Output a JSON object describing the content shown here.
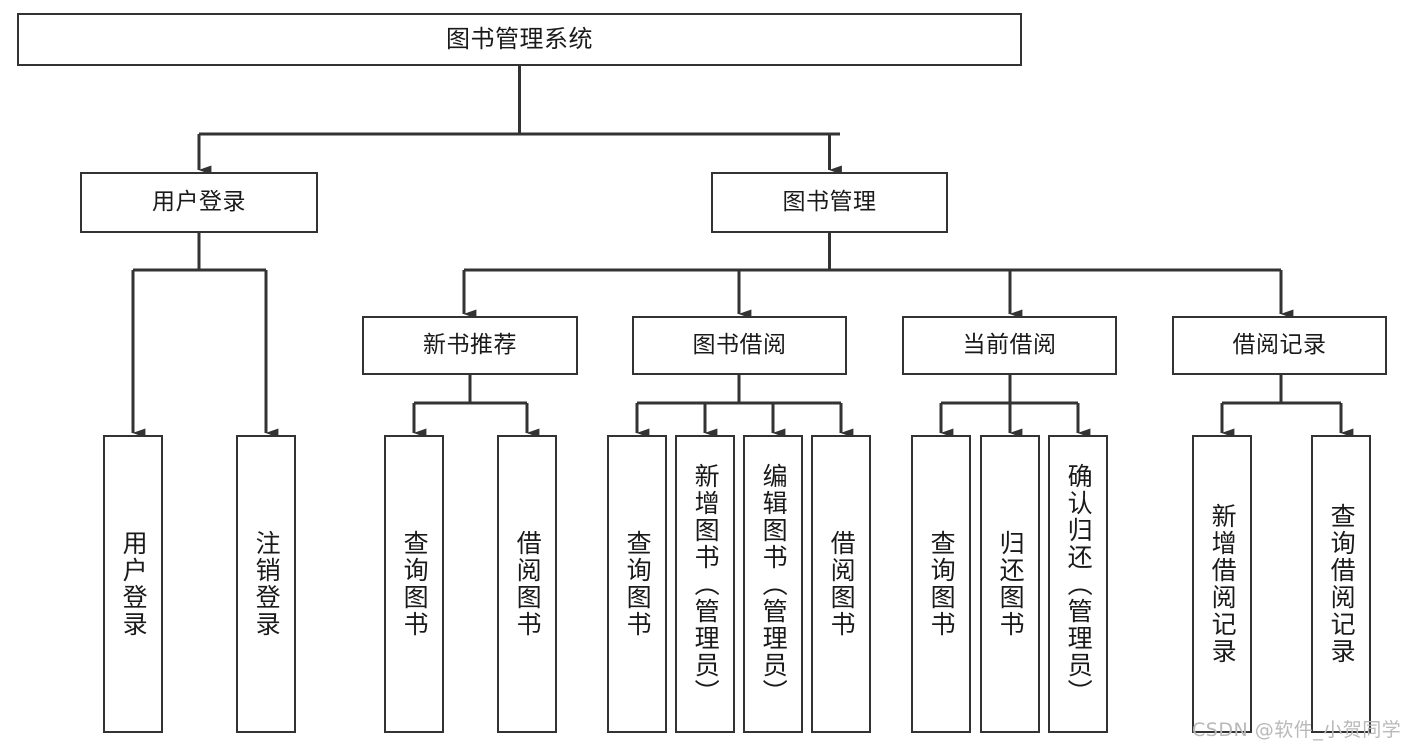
{
  "diagram": {
    "title": "图书管理系统",
    "type": "tree-hierarchy",
    "line_color": "#333333",
    "box_fill": "#ffffff",
    "text_color": "#1a1a1a",
    "watermark": "CSDN @软件_小贺同学",
    "watermark_color": "#b9b9b9"
  },
  "nodes": {
    "root": {
      "label": "图书管理系统"
    },
    "level2": [
      {
        "label": "用户登录"
      },
      {
        "label": "图书管理"
      }
    ],
    "level3": [
      {
        "label": "新书推荐"
      },
      {
        "label": "图书借阅"
      },
      {
        "label": "当前借阅"
      },
      {
        "label": "借阅记录"
      }
    ],
    "leaves": {
      "user_login": [
        {
          "label": "用户登录"
        },
        {
          "label": "注销登录"
        }
      ],
      "new_book": [
        {
          "label": "查询图书"
        },
        {
          "label": "借阅图书"
        }
      ],
      "book_borrow": [
        {
          "label": "查询图书"
        },
        {
          "label": "新增图书（管理员）"
        },
        {
          "label": "编辑图书（管理员）"
        },
        {
          "label": "借阅图书"
        }
      ],
      "current_borrow": [
        {
          "label": "查询图书"
        },
        {
          "label": "归还图书"
        },
        {
          "label": "确认归还（管理员）"
        }
      ],
      "borrow_record": [
        {
          "label": "新增借阅记录"
        },
        {
          "label": "查询借阅记录"
        }
      ]
    }
  }
}
